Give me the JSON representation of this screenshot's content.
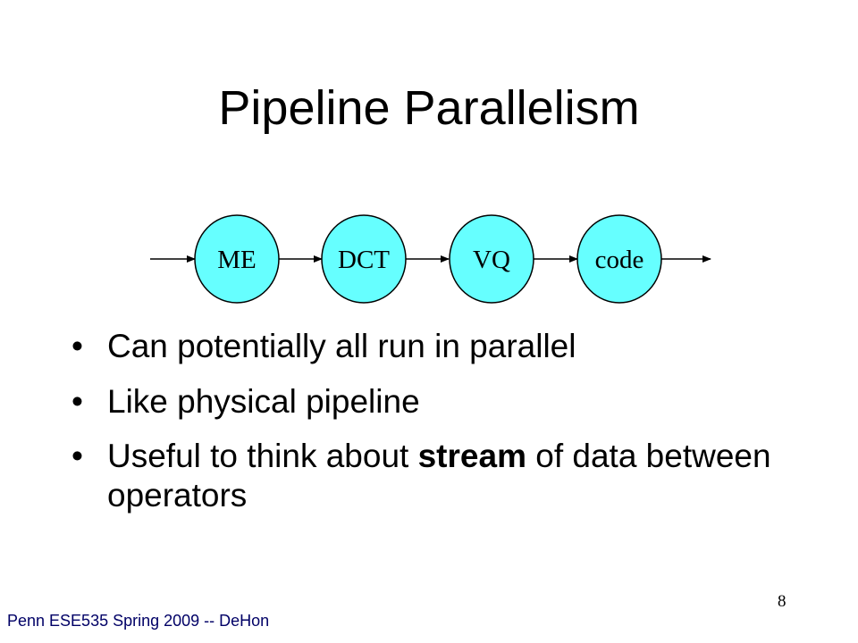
{
  "slide": {
    "title": "Pipeline Parallelism",
    "footer": "Penn ESE535 Spring 2009 -- DeHon",
    "page_number": "8"
  },
  "diagram": {
    "nodes": [
      {
        "label": "ME"
      },
      {
        "label": "DCT"
      },
      {
        "label": "VQ"
      },
      {
        "label": "code"
      }
    ],
    "node_fill": "#66ffff",
    "stroke": "#000000"
  },
  "bullets": [
    {
      "text": "Can potentially all run in parallel"
    },
    {
      "text": "Like physical pipeline"
    },
    {
      "pre": "Useful to think about ",
      "bold": "stream",
      "post": " of data between operators"
    }
  ],
  "bullet_glyph": "•"
}
